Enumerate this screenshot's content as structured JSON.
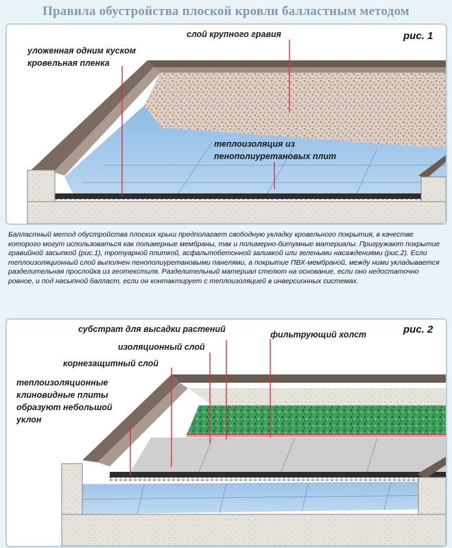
{
  "title": "Правила обустройства плоской кровли балластным методом",
  "figure1": {
    "label": "рис. 1",
    "gravel_label": "слой крупного гравия",
    "membrane_label_line1": "уложенная одним куском",
    "membrane_label_line2": "кровельная пленка",
    "insulation_label_line1": "теплоизоляция из",
    "insulation_label_line2": "пенополиуретановых плит"
  },
  "description": "Балластный метод обустройства плоских крыш предполагает свободную укладку кровельного покрытия, в качестве которого могут использоваться как полимерные мембраны, так и полимерно-битумные материалы. Пригружают покрытие гравийной засыпкой (рис.1), тротуарной плиткой, асфальтобетонной заливкой или зелеными насаждениями (рис.2). Если теплоизоляционный слой выполнен пенополиуретановыми панелями, а покрытие ПВХ-мембраной, между ними укладывается разделительная прослойка из геотекстиля. Разделительный материал стелют на основание, если оно недостаточно ровное, и под насыпной балласт, если он контактирует с теплоизоляцией в инверсионных системах.",
  "figure2": {
    "label": "рис. 2",
    "substrate_label": "субстрат для высадки растений",
    "isolation_label": "изоляционный слой",
    "filter_label": "фильтрующий холст",
    "root_label": "корнезащитный слой",
    "wedge_line1": "теплоизоляционные",
    "wedge_line2": "клиновидные плиты",
    "wedge_line3": "образуют небольшой",
    "wedge_line4": "уклон"
  },
  "colors": {
    "title": "#7f9ab3",
    "leader": "#d9333a",
    "insulation": "#9fc4e6",
    "concrete": "#e4e1da",
    "gravel": "#d9c7b8",
    "green": "#2f9a52"
  }
}
